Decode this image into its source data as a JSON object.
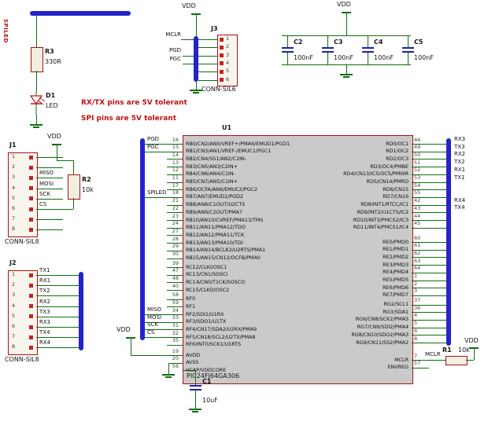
{
  "annotations": {
    "rxtx_note": "RX/TX pins are 5V tolerant",
    "spi_note": "SPI pins are 5V tolerant",
    "spiled_bus": "SPILED"
  },
  "power": {
    "vdd": "VDD"
  },
  "led_branch": {
    "r_ref": "R3",
    "r_val": "330R",
    "d_ref": "D1",
    "d_val": "LED"
  },
  "pullups": {
    "r2_ref": "R2",
    "r2_val": "10k",
    "r1_ref": "R1",
    "r1_val": "10k",
    "mclr_net": "MCLR"
  },
  "c1": {
    "ref": "C1",
    "val": "10uF"
  },
  "caps": [
    {
      "ref": "C2",
      "val": "100nF"
    },
    {
      "ref": "C3",
      "val": "100nF"
    },
    {
      "ref": "C4",
      "val": "100nF"
    },
    {
      "ref": "C5",
      "val": "100nF"
    }
  ],
  "j1": {
    "ref": "J1",
    "val": "CONN-SIL8",
    "pins": [
      "1",
      "2",
      "3",
      "4",
      "5",
      "6",
      "7",
      "8"
    ],
    "labels": [
      {
        "row": 2,
        "text": "MISO"
      },
      {
        "row": 3,
        "text": "MOSI"
      },
      {
        "row": 4,
        "text": "SCK"
      },
      {
        "row": 5,
        "text": "CS"
      }
    ]
  },
  "j2": {
    "ref": "J2",
    "val": "CONN-SIL8",
    "pins": [
      "1",
      "2",
      "3",
      "4",
      "5",
      "6",
      "7",
      "8"
    ],
    "labels": [
      {
        "row": 0,
        "text": "TX1"
      },
      {
        "row": 1,
        "text": "RX1"
      },
      {
        "row": 2,
        "text": "TX2"
      },
      {
        "row": 3,
        "text": "RX2"
      },
      {
        "row": 4,
        "text": "TX3"
      },
      {
        "row": 5,
        "text": "RX3"
      },
      {
        "row": 6,
        "text": "TX4"
      },
      {
        "row": 7,
        "text": "RX4"
      }
    ]
  },
  "j3": {
    "ref": "J3",
    "val": "CONN-SIL6",
    "pins": [
      "1",
      "2",
      "3",
      "4",
      "5",
      "6"
    ],
    "labels": [
      {
        "row": 0,
        "text": "MCLR"
      },
      {
        "row": 2,
        "text": "PGD"
      },
      {
        "row": 3,
        "text": "PGC"
      }
    ]
  },
  "u1": {
    "ref": "U1",
    "part": "PIC24FJ64GA306",
    "left_groups": [
      {
        "pins": [
          {
            "num": "16",
            "name": "RB0/CN2/AN0/VREF+/PMA6/EMUD1/PGD1",
            "label": "PGD"
          },
          {
            "num": "15",
            "name": "RB1/CN3/AN1/VREF-/EMUC1/PGC1",
            "label": "PGC"
          },
          {
            "num": "14",
            "name": "RB2/CN4/SS1/AN2/C2IN-"
          },
          {
            "num": "13",
            "name": "RB3/CN5/AN3/C2IN+"
          },
          {
            "num": "12",
            "name": "RB4/CN6/AN4/C1IN-"
          },
          {
            "num": "11",
            "name": "RB5/CN7/AN5/C1IN+"
          },
          {
            "num": "17",
            "name": "RB6/OCFA/AN6/EMUC2/PGC2"
          },
          {
            "num": "18",
            "name": "RB7/AN7/EMUD2/PGD2",
            "label": "SPILED"
          },
          {
            "num": "21",
            "name": "RB8/AN8/C1OUT/U2CTS"
          },
          {
            "num": "22",
            "name": "RB9/AN9/C2OUT/PMA7"
          },
          {
            "num": "23",
            "name": "RB10/AN10/CVREF/PMA13/TMS"
          },
          {
            "num": "24",
            "name": "RB11/AN11/PMA12/TDO"
          },
          {
            "num": "27",
            "name": "RB12/AN12/PMA11/TCK"
          },
          {
            "num": "28",
            "name": "RB13/AN13/PMA10/TDI"
          },
          {
            "num": "29",
            "name": "RB14/AN14/BCLK2/U2RTS/PMA1"
          },
          {
            "num": "30",
            "name": "RB15/AN15/CN12/OCFB/PMA0"
          }
        ]
      },
      {
        "pins": [
          {
            "num": "39",
            "name": "RC12/CLKI/OSC1"
          },
          {
            "num": "47",
            "name": "RC13/CN1/SOSCI"
          },
          {
            "num": "48",
            "name": "RC14/CN0/T1CK/SOSCO"
          },
          {
            "num": "40",
            "name": "RC15/CLKO/OSC2"
          }
        ]
      },
      {
        "pins": [
          {
            "num": "58",
            "name": "RF0"
          },
          {
            "num": "59",
            "name": "RF1"
          },
          {
            "num": "34",
            "name": "RF2/SDI1/U1RX",
            "label": "MISO"
          },
          {
            "num": "33",
            "name": "RF3/SDO1/U1TX",
            "label": "MOSI"
          },
          {
            "num": "31",
            "name": "RF4/CN17/SDA2/U2RX/PMA9",
            "label": "SCK"
          },
          {
            "num": "32",
            "name": "RF5/CN18/SCL2/U2TX/PMA8",
            "label": "CS"
          },
          {
            "num": "35",
            "name": "RF6/INT0/SCK1/U1RTS"
          }
        ]
      },
      {
        "pins": [
          {
            "num": "19",
            "name": "AVDD"
          },
          {
            "num": "20",
            "name": "AVSS"
          },
          {
            "num": "56",
            "name": "VCAP/VDDCORE"
          }
        ]
      }
    ],
    "right_groups": [
      {
        "pins": [
          {
            "num": "46",
            "name": "RD0/OC1",
            "label": "RX3"
          },
          {
            "num": "49",
            "name": "RD1/OC2",
            "label": "TX3"
          },
          {
            "num": "50",
            "name": "RD2/OC3",
            "label": "RX2"
          },
          {
            "num": "51",
            "name": "RD3/OC4/PMBE",
            "label": "TX2"
          },
          {
            "num": "52",
            "name": "RD4/CN13/IC5/OC5/PMWR",
            "label": "RX1"
          },
          {
            "num": "53",
            "name": "RD5/CN14/PMRD",
            "label": "TX1"
          },
          {
            "num": "54",
            "name": "RD6/CN15"
          },
          {
            "num": "55",
            "name": "RD7/CN16"
          },
          {
            "num": "42",
            "name": "RD8/INT1/RTCC/IC1",
            "label": "RX4"
          },
          {
            "num": "43",
            "name": "RD9/INT2/U1CTS/IC2",
            "label": "TX4"
          },
          {
            "num": "44",
            "name": "RD10/INT3/PMCS2/IC3"
          },
          {
            "num": "45",
            "name": "RD11/INT4/PMCS1/IC4"
          }
        ]
      },
      {
        "pins": [
          {
            "num": "60",
            "name": "RE0/PMD0"
          },
          {
            "num": "61",
            "name": "RE1/PMD1"
          },
          {
            "num": "62",
            "name": "RE2/PMD2"
          },
          {
            "num": "63",
            "name": "RE3/PMD3"
          },
          {
            "num": "64",
            "name": "RE4/PMD4"
          },
          {
            "num": "1",
            "name": "RE5/PMD5"
          },
          {
            "num": "2",
            "name": "RE6/PMD6"
          },
          {
            "num": "3",
            "name": "RE7/PMD7"
          }
        ]
      },
      {
        "pins": [
          {
            "num": "37",
            "name": "RG2/SCL1"
          },
          {
            "num": "36",
            "name": "RG3/SDA1"
          },
          {
            "num": "4",
            "name": "RG6/CN8/SCK2/PMA5"
          },
          {
            "num": "5",
            "name": "RG7/CN9/SDI2/PMA4"
          },
          {
            "num": "6",
            "name": "RG8/CN10/SDO2/PMA3"
          },
          {
            "num": "8",
            "name": "RG9/CN11/SS2/PMA2"
          }
        ]
      },
      {
        "pins": [
          {
            "num": "7",
            "name": "MCLR"
          },
          {
            "num": "57",
            "name": "ENVREG"
          }
        ]
      }
    ]
  }
}
